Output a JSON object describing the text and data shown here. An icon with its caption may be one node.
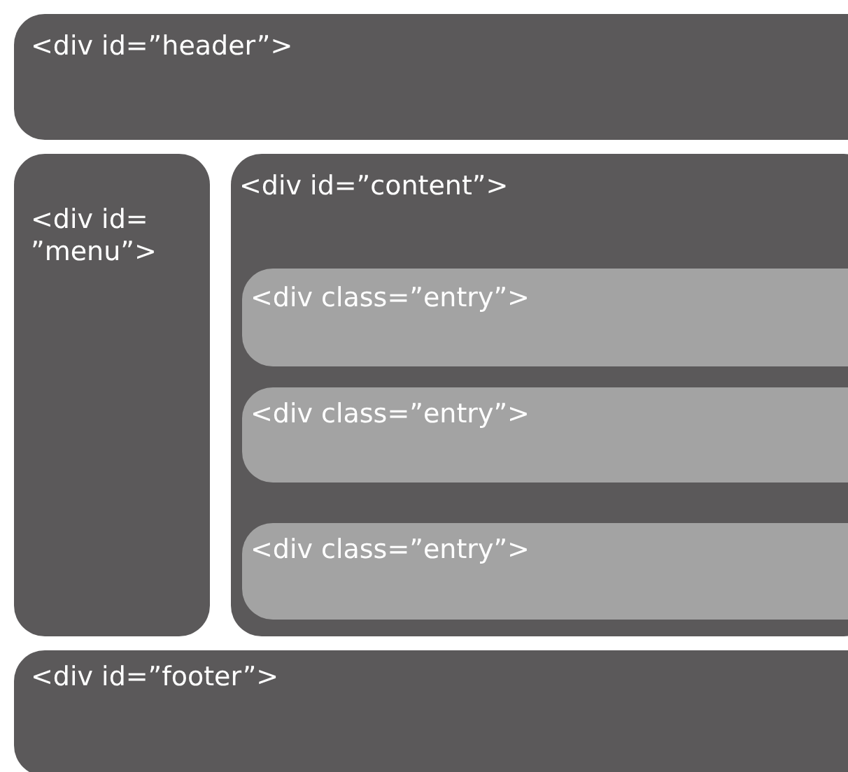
{
  "diagram": {
    "nodes": [
      {
        "text": [
          "<div id=”header”>"
        ]
      },
      {
        "text": [
          "<div id= ”menu”>"
        ]
      },
      {
        "text": [
          "<div id=”content”>"
        ]
      },
      {
        "text": [
          "<div class=”entry”>"
        ],
        "in": 2
      },
      {
        "text": [
          "<div class=”entry”>"
        ],
        "in": 2
      },
      {
        "text": [
          "<div class=”entry”>"
        ],
        "in": 2
      },
      {
        "text": [
          "<div id=”footer”>"
        ]
      }
    ]
  }
}
